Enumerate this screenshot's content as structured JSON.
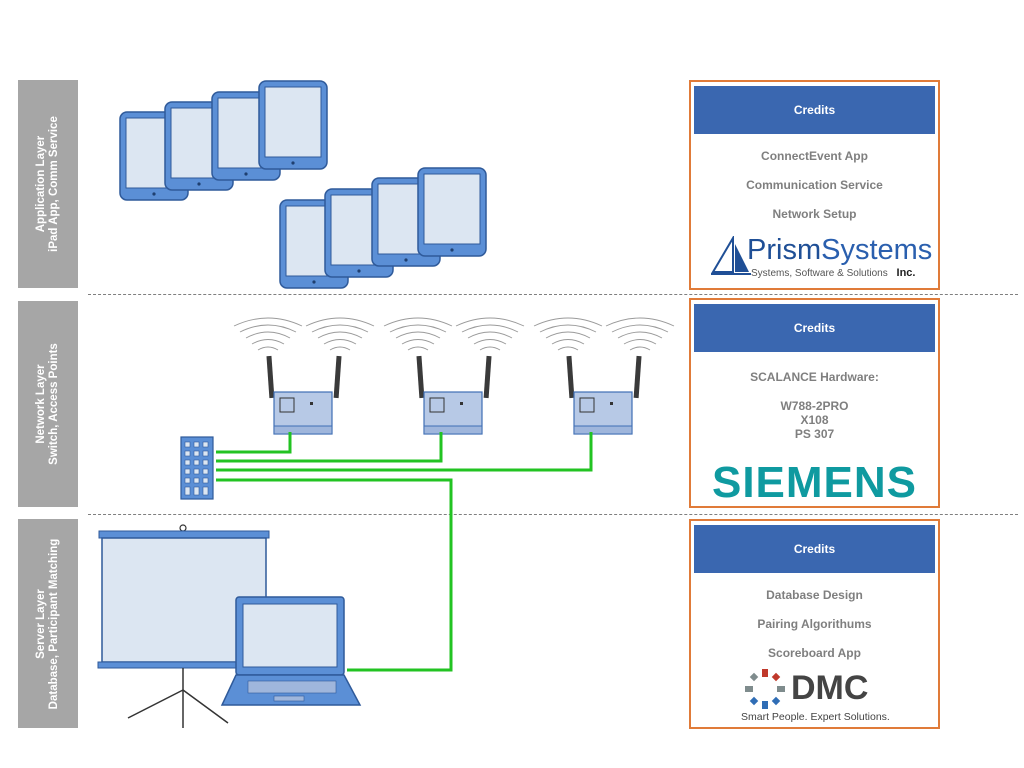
{
  "layers": [
    {
      "line1": "Application Layer",
      "line2": "iPad App, Comm Service"
    },
    {
      "line1": "Network Layer",
      "line2": "Switch, Access Points"
    },
    {
      "line1": "Server Layer",
      "line2": "Database, Participant Matching"
    }
  ],
  "credits": [
    {
      "title": "Credits",
      "items": [
        "ConnectEvent App",
        "Communication Service",
        "Network Setup"
      ]
    },
    {
      "title": "Credits",
      "items": [
        "SCALANCE Hardware:",
        "W788-2PRO",
        "X108",
        "PS 307"
      ]
    },
    {
      "title": "Credits",
      "items": [
        "Database Design",
        "Pairing Algorithums",
        "Scoreboard App"
      ]
    }
  ],
  "logos": {
    "prism": {
      "name_a": "Prism",
      "name_b": "Systems",
      "tagline": "Systems, Software & Solutions",
      "suffix": "Inc."
    },
    "siemens": {
      "name": "SIEMENS"
    },
    "dmc": {
      "name": "DMC",
      "tagline": "Smart People. Expert Solutions."
    }
  },
  "colors": {
    "device_fill": "#dce6f2",
    "device_border": "#3f6fb5",
    "device_frame": "#5b8fd6",
    "cable": "#22c322",
    "header": "#3a67b0",
    "box_border": "#e07b39",
    "tab": "#a6a6a6",
    "siemens": "#0f9aa0"
  }
}
